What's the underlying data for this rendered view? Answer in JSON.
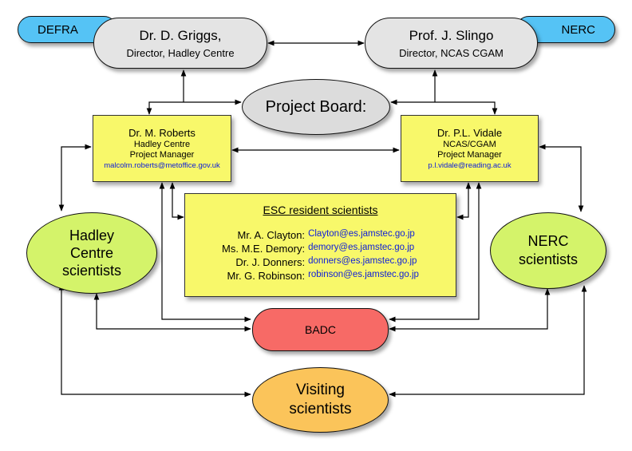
{
  "defra": {
    "label": "DEFRA"
  },
  "nerc_tag": {
    "label": "NERC"
  },
  "griggs": {
    "name": "Dr. D. Griggs,",
    "role": "Director, Hadley Centre"
  },
  "slingo": {
    "name": "Prof. J. Slingo",
    "role": "Director, NCAS CGAM"
  },
  "board": {
    "label": "Project Board:"
  },
  "roberts": {
    "name": "Dr. M. Roberts",
    "org": "Hadley Centre",
    "role": "Project Manager",
    "email": "malcolm.roberts@metoffice.gov.uk"
  },
  "vidale": {
    "name": "Dr. P.L. Vidale",
    "org": "NCAS/CGAM",
    "role": "Project Manager",
    "email": "p.l.vidale@reading.ac.uk"
  },
  "esc": {
    "title": "ESC resident scientists",
    "people": [
      {
        "name": "Mr. A. Clayton:",
        "email": "Clayton@es.jamstec.go.jp"
      },
      {
        "name": "Ms. M.E. Demory:",
        "email": "demory@es.jamstec.go.jp"
      },
      {
        "name": "Dr. J. Donners:",
        "email": "donners@es.jamstec.go.jp"
      },
      {
        "name": "Mr. G. Robinson:",
        "email": "robinson@es.jamstec.go.jp"
      }
    ]
  },
  "hadley": {
    "line1": "Hadley",
    "line2": "Centre",
    "line3": "scientists"
  },
  "nerc_sci": {
    "line1": "NERC",
    "line2": "scientists"
  },
  "badc": {
    "label": "BADC"
  },
  "visiting": {
    "line1": "Visiting",
    "line2": "scientists"
  },
  "colors": {
    "tag": "#55c3f5",
    "gray": "#e4e4e4",
    "yellow": "#f8f86a",
    "green": "#d4f36a",
    "badc": "#f76a66",
    "visiting": "#fbc45a",
    "email": "#1020d8"
  }
}
